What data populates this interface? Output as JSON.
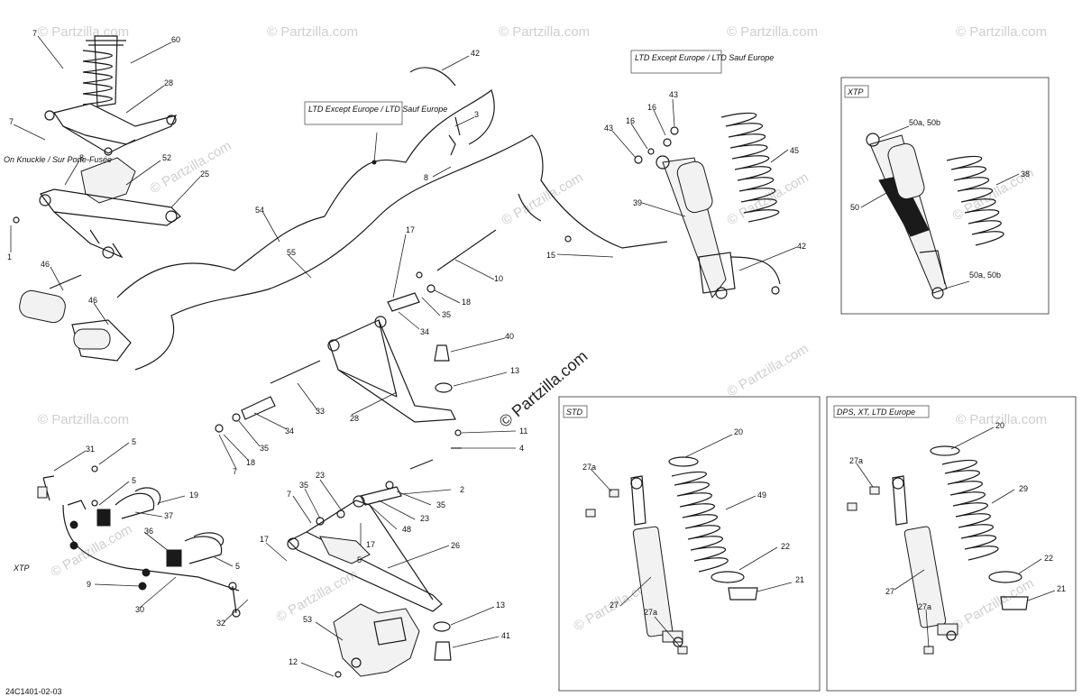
{
  "diagram_id": "24C1401-02-03",
  "watermark": "© Partzilla.com",
  "watermark_center": "© Partzilla.com",
  "notes": {
    "ltd_mid": "LTD Except Europe / LTD Sauf Europe",
    "ltd_right": "LTD Except Europe / LTD Sauf Europe",
    "on_knuckle": "On Knuckle / Sur Porte-Fusée",
    "xtp_swaybar": "XTP"
  },
  "boxes": {
    "xtp": "XTP",
    "std": "STD",
    "dps": "DPS, XT, LTD Europe"
  },
  "callouts": {
    "c60": "60",
    "c7a": "7",
    "c28a": "28",
    "c7b": "7",
    "c8a": "8",
    "c52": "52",
    "c25": "25",
    "c1": "1",
    "c46a": "46",
    "c46b": "46",
    "c54": "54",
    "c55": "55",
    "c42a": "42",
    "c3": "3",
    "c8b": "8",
    "c17a": "17",
    "c10": "10",
    "c18a": "18",
    "c35a": "35",
    "c34a": "34",
    "c40": "40",
    "c13a": "13",
    "c33": "33",
    "c34b": "34",
    "c35b": "35",
    "c18b": "18",
    "c7c": "7",
    "c28b": "28",
    "c11": "11",
    "c4": "4",
    "c43a": "43",
    "c16a": "16",
    "c16b": "16",
    "c43b": "43",
    "c45": "45",
    "c39": "39",
    "c15": "15",
    "c42b": "42",
    "c50a": "50a, 50b",
    "c50": "50",
    "c38": "38",
    "c50b": "50a, 50b",
    "c31": "31",
    "c5a": "5",
    "c5b": "5",
    "c19": "19",
    "c37": "37",
    "c36": "36",
    "c9": "9",
    "c30": "30",
    "c5c": "5",
    "c32": "32",
    "c35c": "35",
    "c23a": "23",
    "c7d": "7",
    "c2": "2",
    "c35d": "35",
    "c23b": "23",
    "c48": "48",
    "c17b": "17",
    "c17c": "17",
    "c5d": "5",
    "c26": "26",
    "c13b": "13",
    "c53": "53",
    "c41": "41",
    "c12": "12",
    "c27a_std": "27a",
    "c20_std": "20",
    "c49": "49",
    "c22_std": "22",
    "c21_std": "21",
    "c27_std": "27",
    "c27a_std2": "27a",
    "c27a_dps": "27a",
    "c20_dps": "20",
    "c29": "29",
    "c22_dps": "22",
    "c21_dps": "21",
    "c27_dps": "27",
    "c27a_dps2": "27a"
  }
}
